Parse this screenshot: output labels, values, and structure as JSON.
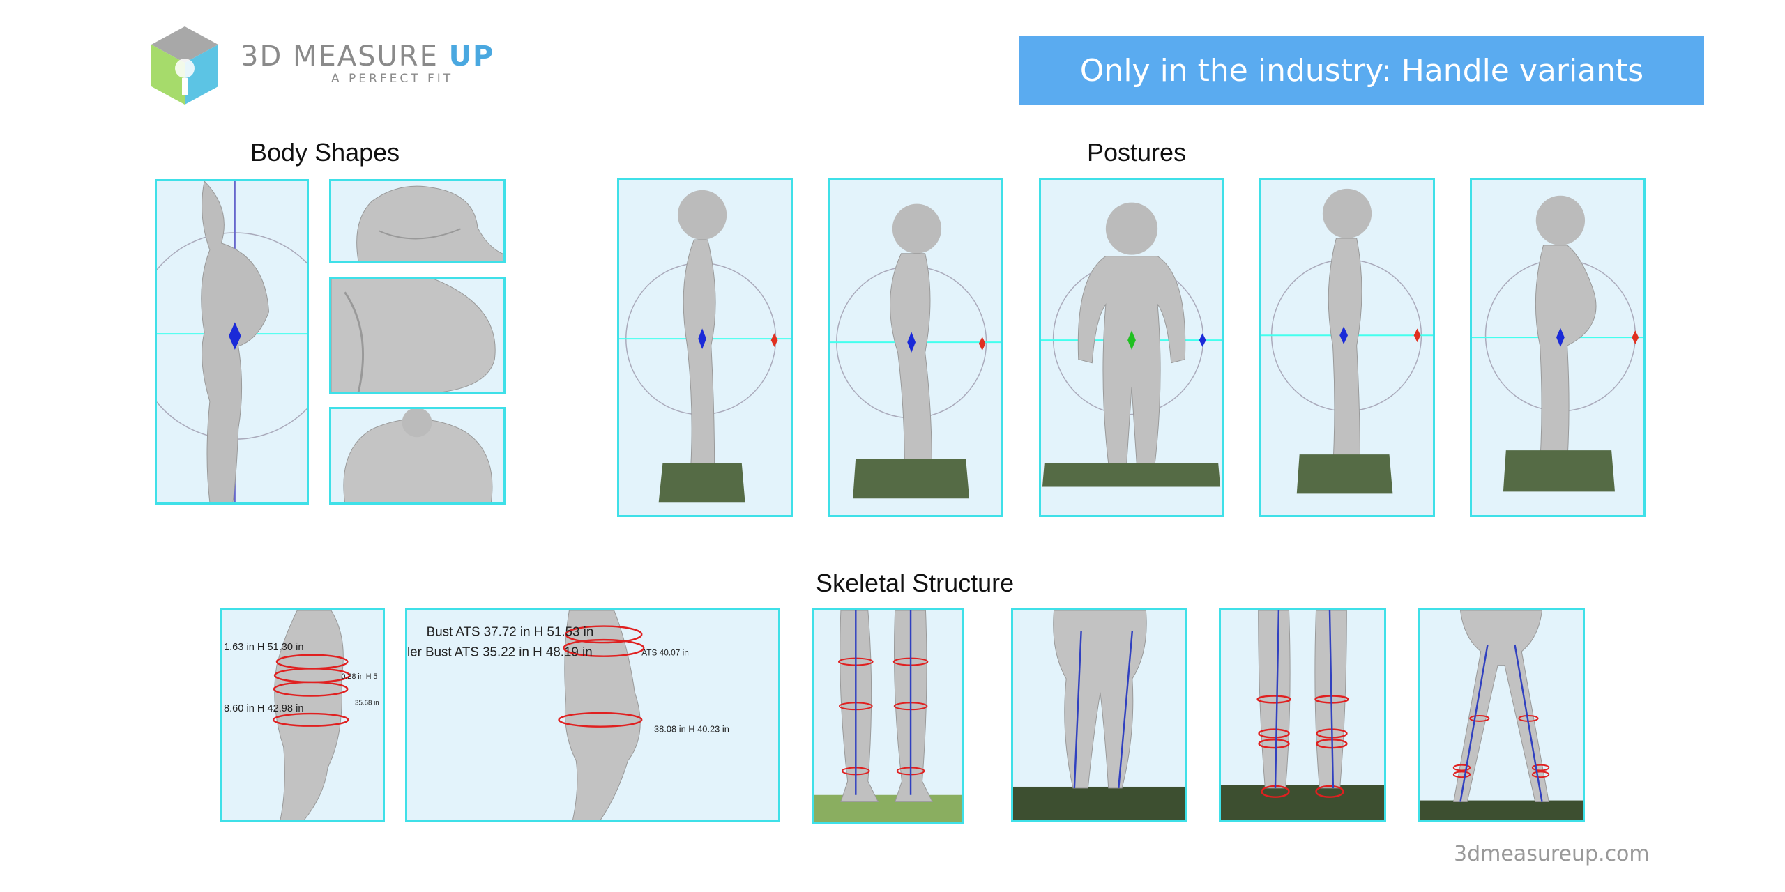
{
  "logo": {
    "name_part1": "3D MEASURE ",
    "name_part2": "UP",
    "tagline": "A PERFECT FIT"
  },
  "banner": {
    "text": "Only in the industry: Handle variants"
  },
  "sections": {
    "body_shapes": "Body Shapes",
    "postures": "Postures",
    "skeletal": "Skeletal Structure"
  },
  "measurements": {
    "m1": "1.63 in  H 51.30 in",
    "m2": "8.60 in  H 42.98 in",
    "m3": "0.28 in  H 5",
    "m4": "35.68 in",
    "m5": "Bust ATS  37.72 in  H 51.53 in",
    "m6": "ler Bust ATS  35.22 in  H 48.19 in",
    "m7": "ATS  40.07 in",
    "m8": "38.08 in  H 40.23 in"
  },
  "footer": {
    "url": "3dmeasureup.com"
  },
  "colors": {
    "accent": "#5aabf0",
    "panel_border": "#3fe0e8",
    "panel_bg": "#e3f3fb",
    "floor": "#556b45"
  }
}
